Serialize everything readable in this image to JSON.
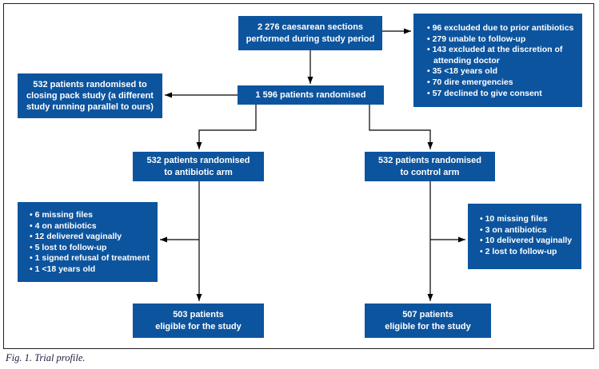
{
  "figure": {
    "caption": "Fig. 1. Trial profile."
  },
  "colors": {
    "box_fill": "#0d549e",
    "box_text": "#ffffff",
    "connector": "#000000",
    "frame_border": "#231f20"
  },
  "flowchart": {
    "boxes": {
      "total": "2 276 caesarean sections\nperformed during study period",
      "randomised": "1 596 patients randomised",
      "closing_pack": "532 patients randomised to\nclosing pack study (a different\nstudy running parallel to ours)",
      "antibiotic_arm": "532 patients randomised\nto antibiotic arm",
      "control_arm": "532 patients randomised\nto control arm",
      "antibiotic_eligible": "503 patients\neligible for the study",
      "control_eligible": "507 patients\neligible for the study"
    },
    "exclusions_initial": {
      "items": [
        "96 excluded due to prior antibiotics",
        "279 unable to follow-up",
        "143 excluded at the discretion of attending doctor",
        "35 <18 years old",
        "70 dire emergencies",
        "57 declined to give consent"
      ]
    },
    "exclusions_antibiotic": {
      "items": [
        "6 missing files",
        "4 on antibiotics",
        "12 delivered vaginally",
        "5 lost to follow-up",
        "1 signed refusal of treatment",
        "1 <18 years old"
      ]
    },
    "exclusions_control": {
      "items": [
        "10 missing files",
        "3 on antibiotics",
        "10 delivered vaginally",
        "2 lost to follow-up"
      ]
    }
  }
}
